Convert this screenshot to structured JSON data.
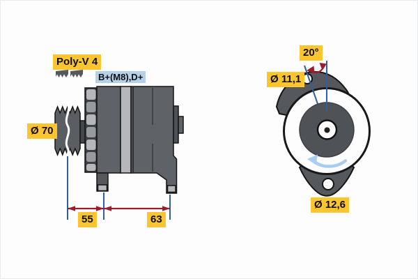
{
  "colors": {
    "label_yellow": "#fbc52f",
    "label_blue": "#b4d1e9",
    "dimension_red": "#9b1d2c",
    "extension_blue": "#2f5f9e",
    "rotation_blue": "#a8cdf0",
    "body_dark": "#5a5d62",
    "body_mid": "#979a9e",
    "body_light": "#b5b7ba",
    "outline": "#141414"
  },
  "side_view": {
    "belt_type_label": "Poly-V 4",
    "terminal_label": "B+(M8),D+",
    "pulley_diameter_label": "Ø 70",
    "dim_pulley_to_front_foot": "55",
    "dim_front_foot_to_rear_foot": "63"
  },
  "front_view": {
    "mount_angle_label": "20°",
    "top_hole_diameter_label": "Ø 11,1",
    "bottom_hole_diameter_label": "Ø 12,6"
  },
  "icons": {
    "belt_profile": "poly-v-belt-profile-icon",
    "rotation": "rotation-direction-arrow-icon"
  }
}
